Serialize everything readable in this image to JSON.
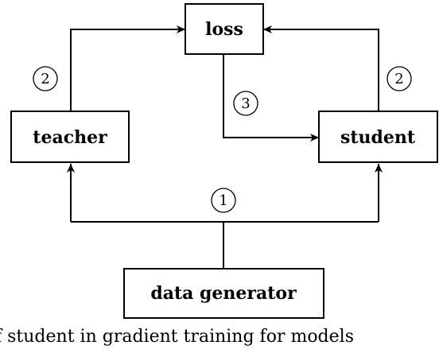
{
  "nodes": {
    "loss": "loss",
    "teacher": "teacher",
    "student": "student",
    "generator": "data generator"
  },
  "steps": {
    "one": "1",
    "two_left": "2",
    "two_right": "2",
    "three": "3"
  },
  "caption": "f student in gradient training for models"
}
